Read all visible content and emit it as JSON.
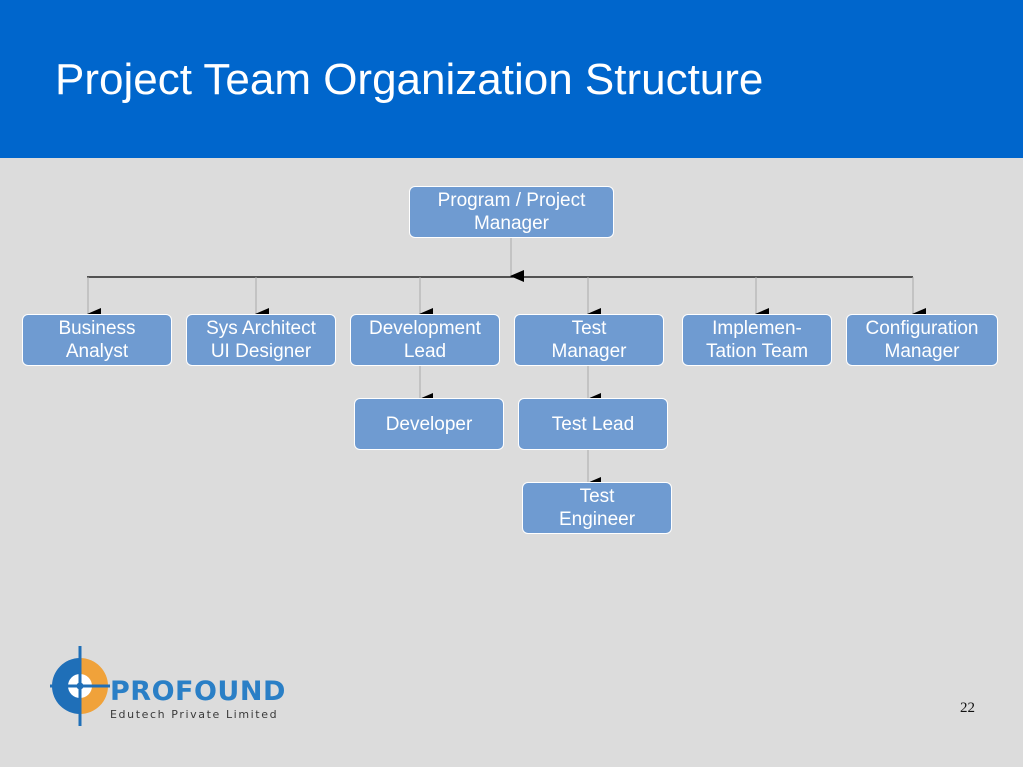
{
  "slide": {
    "title": "Project Team Organization Structure",
    "page_number": "22"
  },
  "colors": {
    "header": "#0066cc",
    "background": "#dcdcdc",
    "node_fill": "#6f9bd1",
    "node_border": "#ffffff",
    "line": "#000000"
  },
  "org_chart": {
    "root": {
      "label": "Program / Project\nManager"
    },
    "reports": [
      {
        "label": "Business\nAnalyst"
      },
      {
        "label": "Sys Architect\nUI Designer"
      },
      {
        "label": "Development\nLead"
      },
      {
        "label": "Test\nManager"
      },
      {
        "label": "Implemen-\nTation Team"
      },
      {
        "label": "Configuration\nManager"
      }
    ],
    "sub_nodes": [
      {
        "label": "Developer",
        "reports_to": "Development Lead"
      },
      {
        "label": "Test Lead",
        "reports_to": "Test Manager"
      },
      {
        "label": "Test\nEngineer",
        "reports_to": "Test Lead"
      }
    ]
  },
  "logo": {
    "name": "PROFOUND",
    "tagline": "Edutech Private Limited",
    "icon": "crosshair-logo-icon"
  }
}
